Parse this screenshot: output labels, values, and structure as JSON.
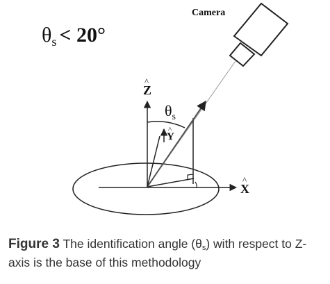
{
  "diagram": {
    "condition": {
      "symbol": "θ",
      "subscript": "s",
      "relation": "< 20°"
    },
    "camera_label": "Camera",
    "angle_label": {
      "symbol": "θ",
      "subscript": "s"
    },
    "axes": {
      "z": "Z",
      "y": "Y",
      "x": "X",
      "hat": "^"
    }
  },
  "caption": {
    "figure_label": "Figure 3",
    "text_before": " The identification angle (",
    "theta": "θ",
    "theta_sub": "s",
    "text_after": ") with respect to Z-axis is the base of this methodology"
  }
}
